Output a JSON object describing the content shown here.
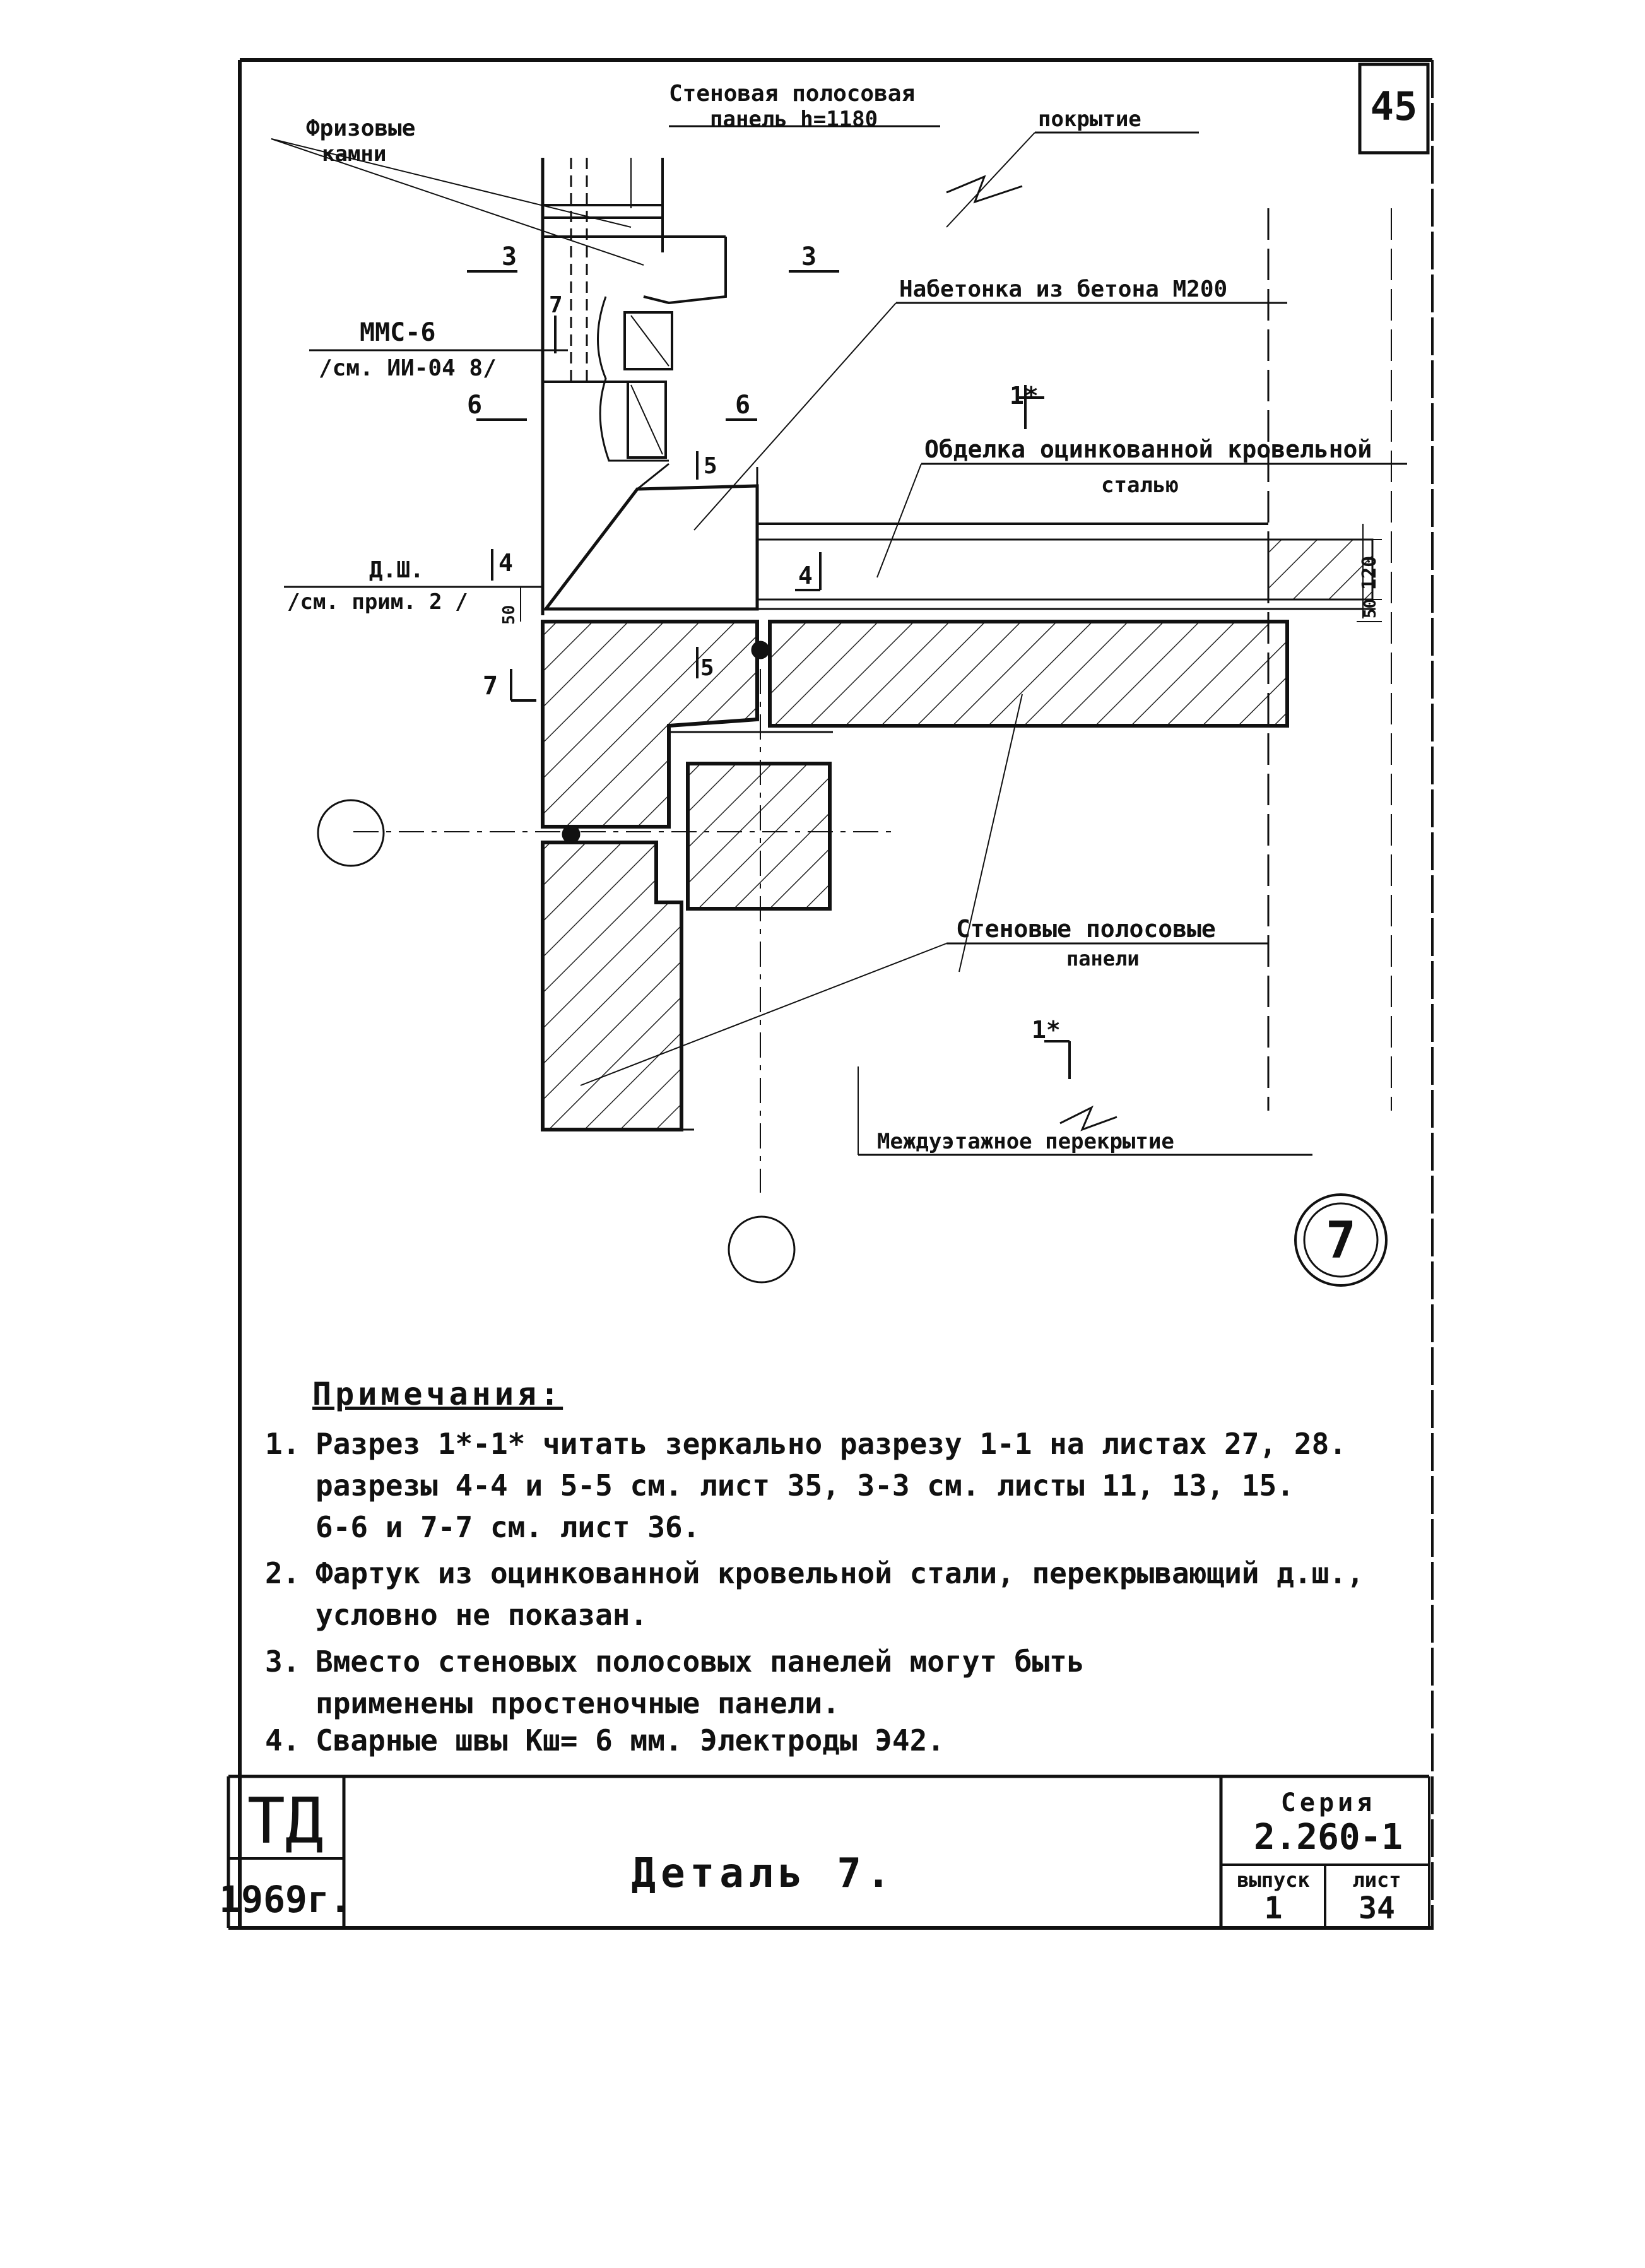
{
  "sheet_number": "45",
  "detail_number": "7",
  "labels": {
    "wall_strip_panel": "Стеновая полосовая",
    "wall_strip_panel_h": "панель h=1180",
    "frieze_stones_1": "Фризовые",
    "frieze_stones_2": "камни",
    "roof_cover": "покрытие",
    "section_3_left": "3",
    "section_3_right": "3",
    "concrete_topping": "Набетонка из бетона М200",
    "mms": "ММС-6",
    "mms_ref": "/см. ИИ-04 8/",
    "section_7_top": "7",
    "section_6_left": "6",
    "section_6_right": "6",
    "section_1_top": "1*",
    "flashing_1": "Обделка оцинкованной кровельной",
    "flashing_2": "сталью",
    "section_5_top": "5",
    "dsh": "Д.Ш.",
    "dsh_ref": "/см. прим. 2 /",
    "section_4_left": "4",
    "section_4_right": "4",
    "dim_50_left": "50",
    "dim_120": "120",
    "dim_50_right": "50",
    "section_7_left": "7",
    "section_5_mid": "5",
    "wall_strip_panels_1": "Стеновые полосовые",
    "wall_strip_panels_2": "панели",
    "section_1_bottom": "1*",
    "floor_slab": "Междуэтажное перекрытие"
  },
  "notes": {
    "title": "Примечания:",
    "items": [
      {
        "num": "1.",
        "lines": [
          "Разрез 1*-1* читать зеркально разрезу 1-1 на листах 27, 28.",
          "разрезы 4-4 и 5-5 см. лист 35, 3-3 см. листы 11, 13, 15.",
          "6-6 и 7-7 см. лист 36."
        ]
      },
      {
        "num": "2.",
        "lines": [
          "Фартук из оцинкованной кровельной стали, перекрывающий д.ш.,",
          "условно не показан."
        ]
      },
      {
        "num": "3.",
        "lines": [
          "Вместо стеновых полосовых панелей могут быть",
          "применены простеночные панели."
        ]
      },
      {
        "num": "4.",
        "lines": [
          "Сварные швы Кш= 6 мм. Электроды Э42."
        ]
      }
    ]
  },
  "stamp": {
    "org": "ТД",
    "year": "1969г.",
    "title": "Деталь 7.",
    "series_label": "Серия",
    "series": "2.260-1",
    "issue_label": "выпуск",
    "issue": "1",
    "sheet_label": "лист",
    "sheet": "34"
  }
}
